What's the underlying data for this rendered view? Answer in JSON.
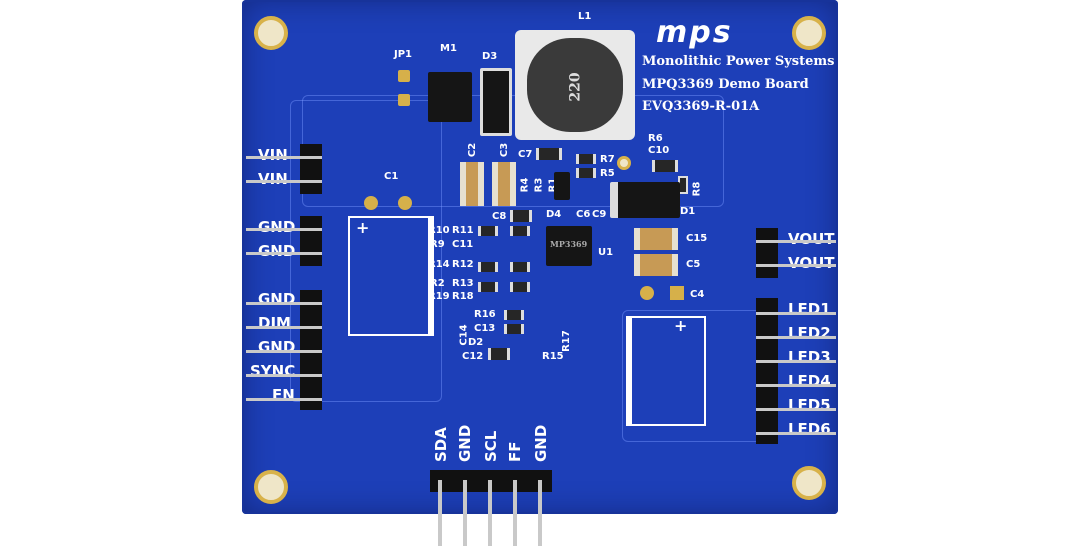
{
  "board": {
    "logo": "mps",
    "company": "Monolithic Power Systems",
    "product": "MPQ3369 Demo Board",
    "model": "EVQ3369-R-01A",
    "inductor_marking": "220",
    "ic_marking": "MP3369"
  },
  "refs": {
    "L1": "L1",
    "JP1": "JP1",
    "M1": "M1",
    "D3": "D3",
    "C1": "C1",
    "C2": "C2",
    "C3": "C3",
    "C7": "C7",
    "R7": "R7",
    "R5": "R5",
    "R6a": "R6",
    "C10": "C10",
    "R8": "R8",
    "D1": "D1",
    "C8": "C8",
    "D4": "D4",
    "C6": "C6",
    "C9": "C9",
    "U1": "U1",
    "C15": "C15",
    "C5": "C5",
    "C4": "C4",
    "R10": "R10",
    "R11": "R11",
    "R9": "R9",
    "C11": "C11",
    "R14": "R14",
    "R12": "R12",
    "R2": "R2",
    "R13": "R13",
    "R19": "R19",
    "R18": "R18",
    "R16": "R16",
    "C14": "C14",
    "C13": "C13",
    "D2": "D2",
    "R17": "R17",
    "C12": "C12",
    "R15": "R15",
    "R4": "R4",
    "R3": "R3",
    "R1": "R1"
  },
  "left_pins": [
    "VIN",
    "VIN",
    "GND",
    "GND",
    "GND",
    "DIM",
    "GND",
    "SYNC",
    "EN"
  ],
  "right_pins": [
    "VOUT",
    "VOUT",
    "LED1",
    "LED2",
    "LED3",
    "LED4",
    "LED5",
    "LED6"
  ],
  "bottom_pins": [
    "SDA",
    "GND",
    "SCL",
    "FF",
    "GND"
  ],
  "colors": {
    "pcb": "#1d3fb8",
    "silk": "#ffffff",
    "gold": "#d8b24a"
  }
}
